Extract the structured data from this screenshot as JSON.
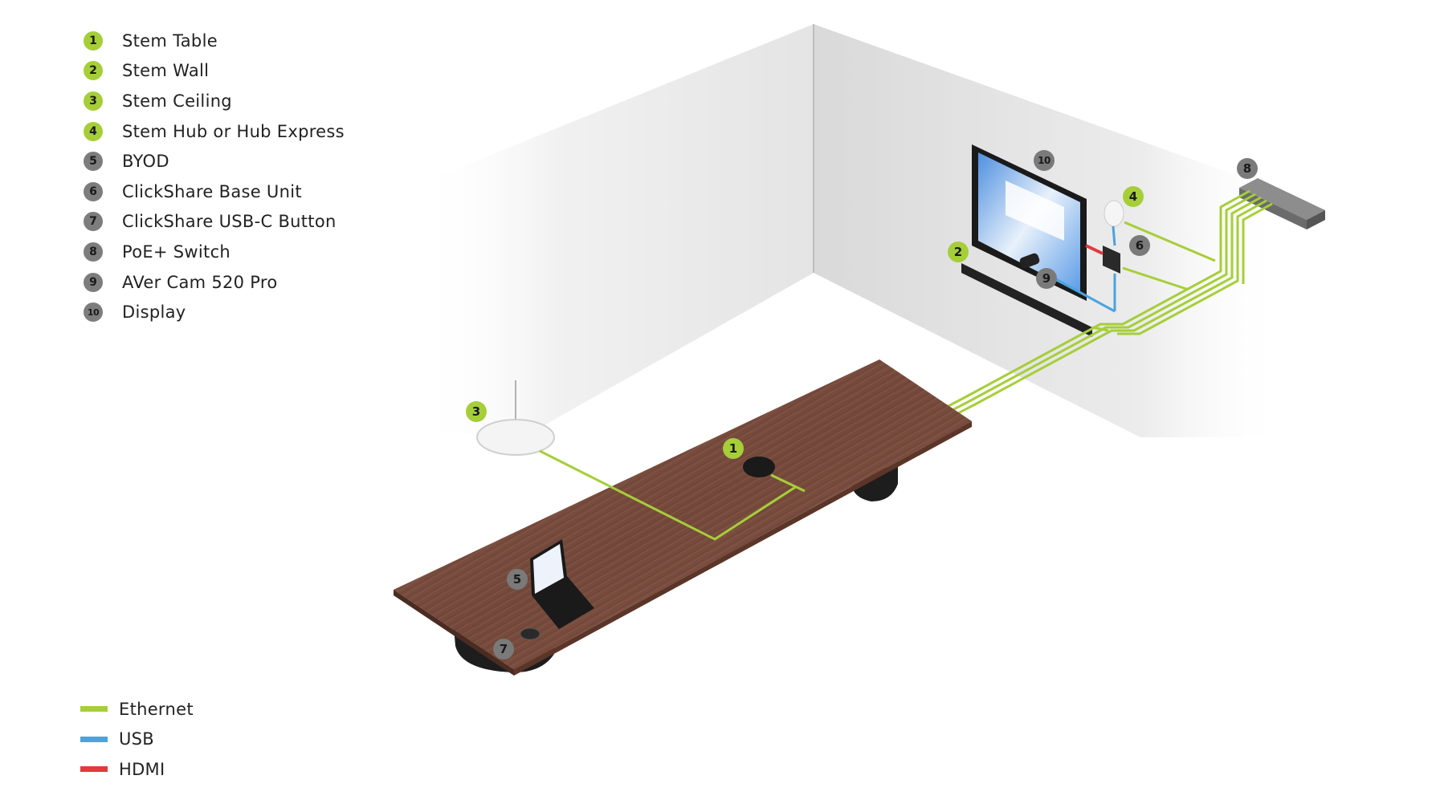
{
  "legend": {
    "items": [
      {
        "num": "1",
        "label": "Stem Table",
        "color": "green"
      },
      {
        "num": "2",
        "label": "Stem Wall",
        "color": "green"
      },
      {
        "num": "3",
        "label": "Stem Ceiling",
        "color": "green"
      },
      {
        "num": "4",
        "label": "Stem Hub or Hub Express",
        "color": "green"
      },
      {
        "num": "5",
        "label": "BYOD",
        "color": "gray"
      },
      {
        "num": "6",
        "label": "ClickShare Base Unit",
        "color": "gray"
      },
      {
        "num": "7",
        "label": "ClickShare USB-C Button",
        "color": "gray"
      },
      {
        "num": "8",
        "label": "PoE+ Switch",
        "color": "gray"
      },
      {
        "num": "9",
        "label": "AVer Cam 520 Pro",
        "color": "gray"
      },
      {
        "num": "10",
        "label": "Display",
        "color": "gray"
      }
    ]
  },
  "cables": [
    {
      "label": "Ethernet",
      "color": "#a6ce39"
    },
    {
      "label": "USB",
      "color": "#4aa3df"
    },
    {
      "label": "HDMI",
      "color": "#e03a3e"
    }
  ],
  "colors": {
    "green_badge": "#a6ce39",
    "gray_badge": "#7d7d7d",
    "table_wood": "#7a4a3a",
    "wall": "#e9e9e9"
  },
  "markers": [
    "1",
    "2",
    "3",
    "4",
    "5",
    "6",
    "7",
    "8",
    "9",
    "10"
  ]
}
